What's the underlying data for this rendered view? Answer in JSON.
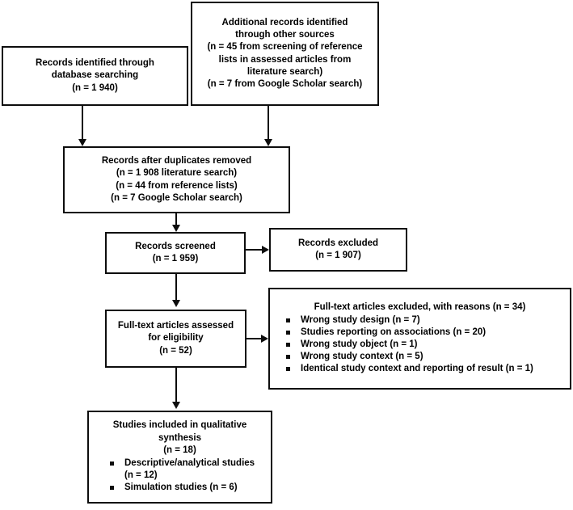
{
  "diagram": {
    "type": "prisma-flow-diagram",
    "colors": {
      "stroke": "#0d0d0d",
      "background": "#ffffff",
      "text": "#000000"
    },
    "boxes": {
      "records_identified": {
        "lines": [
          "Records identified through",
          "database searching",
          "(n = 1 940)"
        ]
      },
      "additional_records": {
        "lines": [
          "Additional records identified",
          "through other sources",
          "(n = 45 from screening of reference",
          "lists in assessed articles from",
          "literature search)",
          "(n = 7 from Google Scholar search)"
        ]
      },
      "duplicates_removed": {
        "lines": [
          "Records after duplicates removed",
          "(n = 1 908 literature search)",
          "(n = 44 from reference lists)",
          "(n = 7 Google Scholar search)"
        ]
      },
      "records_screened": {
        "lines": [
          "Records screened",
          "(n = 1 959)"
        ]
      },
      "records_excluded": {
        "lines": [
          "Records excluded",
          "(n = 1 907)"
        ]
      },
      "fulltext_assessed": {
        "lines": [
          "Full-text articles assessed",
          "for eligibility",
          "(n = 52)"
        ]
      },
      "fulltext_excluded": {
        "header": "Full-text articles excluded, with reasons (n = 34)",
        "reasons": [
          "Wrong study design (n = 7)",
          "Studies reporting on associations (n = 20)",
          "Wrong study object (n = 1)",
          "Wrong study context (n = 5)",
          "Identical study context and reporting of result (n = 1)"
        ]
      },
      "studies_included": {
        "lines": [
          "Studies included in qualitative",
          "synthesis",
          "(n = 18)"
        ],
        "items": [
          "Descriptive/analytical studies (n = 12)",
          "Simulation studies (n = 6)"
        ]
      }
    }
  }
}
